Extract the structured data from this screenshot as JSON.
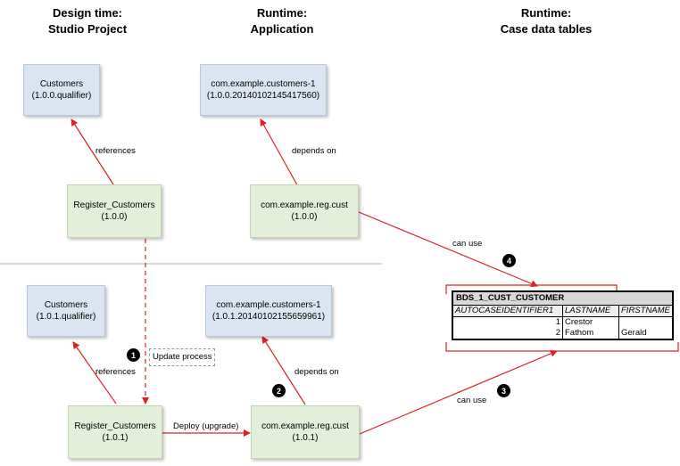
{
  "columns": [
    {
      "line1": "Design time:",
      "line2": "Studio Project"
    },
    {
      "line1": "Runtime:",
      "line2": "Application"
    },
    {
      "line1": "Runtime:",
      "line2": "Case data tables"
    }
  ],
  "boxes": {
    "customers_top": {
      "line1": "Customers",
      "line2": "(1.0.0.qualifier)"
    },
    "customers_lib_top": {
      "line1": "com.example.customers-1",
      "line2": "(1.0.0.20140102145417560)"
    },
    "register_top": {
      "line1": "Register_Customers",
      "line2": "(1.0.0)"
    },
    "reg_cust_top": {
      "line1": "com.example.reg.cust",
      "line2": "(1.0.0)"
    },
    "customers_bottom": {
      "line1": "Customers",
      "line2": "(1.0.1.qualifier)"
    },
    "customers_lib_bottom": {
      "line1": "com.example.customers-1",
      "line2": "(1.0.1.20140102155659961)"
    },
    "register_bottom": {
      "line1": "Register_Customers",
      "line2": "(1.0.1)"
    },
    "reg_cust_bottom": {
      "line1": "com.example.reg.cust",
      "line2": "(1.0.1)"
    }
  },
  "labels": {
    "references_top": "references",
    "depends_on_top": "depends on",
    "can_use_top": "can use",
    "references_bottom": "references",
    "depends_on_bottom": "depends on",
    "can_use_bottom": "can use",
    "deploy": "Deploy (upgrade)",
    "update_process": "Update process"
  },
  "badges": [
    "1",
    "2",
    "3",
    "4"
  ],
  "table": {
    "name": "BDS_1_CUST_CUSTOMER",
    "columns": [
      "AUTOCASEIDENTIFIER1",
      "LASTNAME",
      "FIRSTNAME"
    ],
    "rows": [
      {
        "id": "1",
        "lastname": "Crestor",
        "firstname": ""
      },
      {
        "id": "2",
        "lastname": "Fathom",
        "firstname": "Gerald"
      }
    ]
  },
  "colors": {
    "arrow": "#e02020",
    "divider": "#b0b0b0",
    "box_blue": "#dbe5f1",
    "box_green": "#e4efda"
  }
}
